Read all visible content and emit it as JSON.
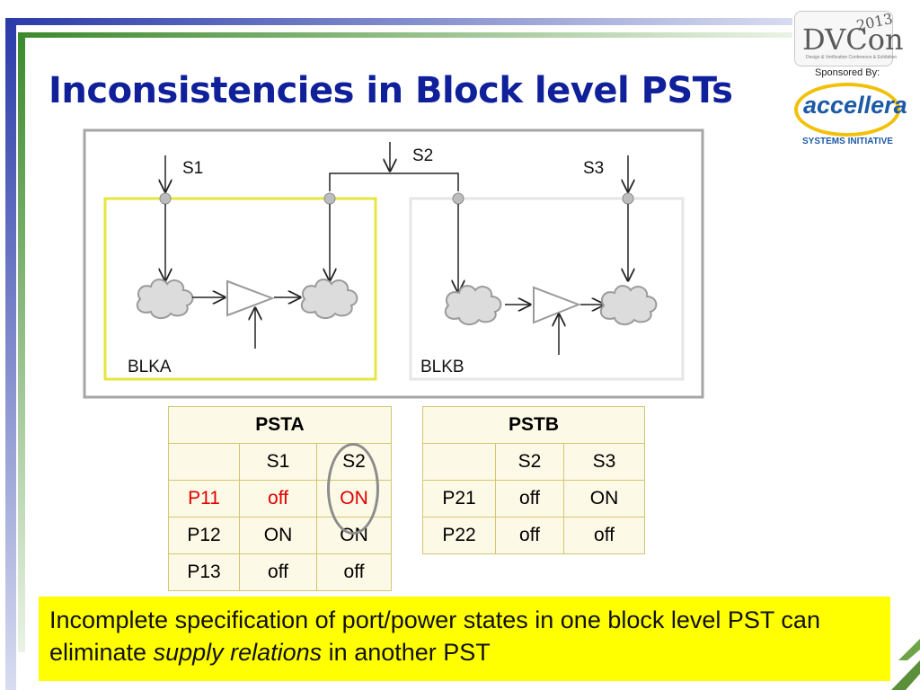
{
  "title": "Inconsistencies in Block level PSTs",
  "logo": {
    "dvcon_text": "DVCon",
    "dvcon_year": "2013",
    "dvcon_subtitle": "Design & Verification Conference & Exhibition",
    "sponsored_by": "Sponsored By:",
    "accellera": "accellera",
    "systems_initiative": "SYSTEMS INITIATIVE"
  },
  "diagram": {
    "supplies": [
      "S1",
      "S2",
      "S3"
    ],
    "blocks": [
      "BLKA",
      "BLKB"
    ]
  },
  "psta": {
    "title": "PSTA",
    "header": [
      "",
      "S1",
      "S2"
    ],
    "rows": [
      [
        "P11",
        "off",
        "ON"
      ],
      [
        "P12",
        "ON",
        "ON"
      ],
      [
        "P13",
        "off",
        "off"
      ]
    ]
  },
  "pstb": {
    "title": "PSTB",
    "header": [
      "",
      "S2",
      "S3"
    ],
    "rows": [
      [
        "P21",
        "off",
        "ON"
      ],
      [
        "P22",
        "off",
        "off"
      ]
    ]
  },
  "note": {
    "text_1": "Incomplete specification of port/power states in one block level PST can eliminate ",
    "emphasis": "supply relations",
    "text_2": " in another PST"
  },
  "colors": {
    "title": "#10209a",
    "highlight_row": "#e00000",
    "note_bg": "#ffff00",
    "blka_border": "#e6e642",
    "blkb_border": "#e6e6e6"
  }
}
